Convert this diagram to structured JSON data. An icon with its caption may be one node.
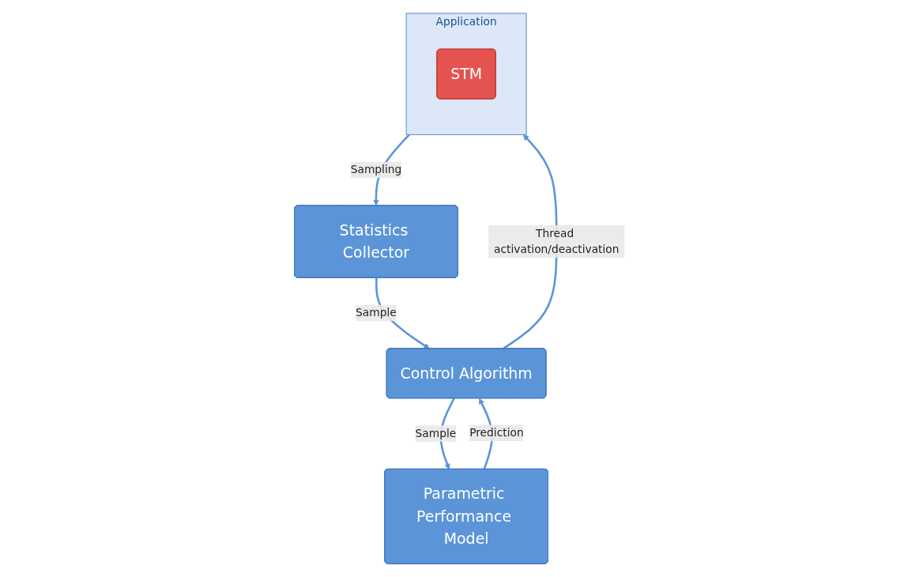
{
  "diagram": {
    "nodes": [
      {
        "text": [
          "Statistics Collector"
        ]
      },
      {
        "text": [
          "Control Algorithm"
        ]
      },
      {
        "text": [
          "Parametric Performance Model"
        ]
      },
      {
        "text": [
          "Application"
        ]
      },
      {
        "text": [
          "STM"
        ],
        "in": 3
      }
    ],
    "edges": [
      {
        "from": 0,
        "to": 1,
        "arrow": "to",
        "label": "Sample"
      },
      {
        "from": 1,
        "to": 2,
        "arrow": "to",
        "label": "Sample"
      },
      {
        "from": 2,
        "to": 1,
        "arrow": "to",
        "label": "Prediction"
      },
      {
        "from": 3,
        "to": 0,
        "arrow": "to",
        "label": "Sampling"
      },
      {
        "from": 1,
        "to": 3,
        "arrow": "to",
        "label": "Thread activation/deactivation"
      }
    ]
  }
}
